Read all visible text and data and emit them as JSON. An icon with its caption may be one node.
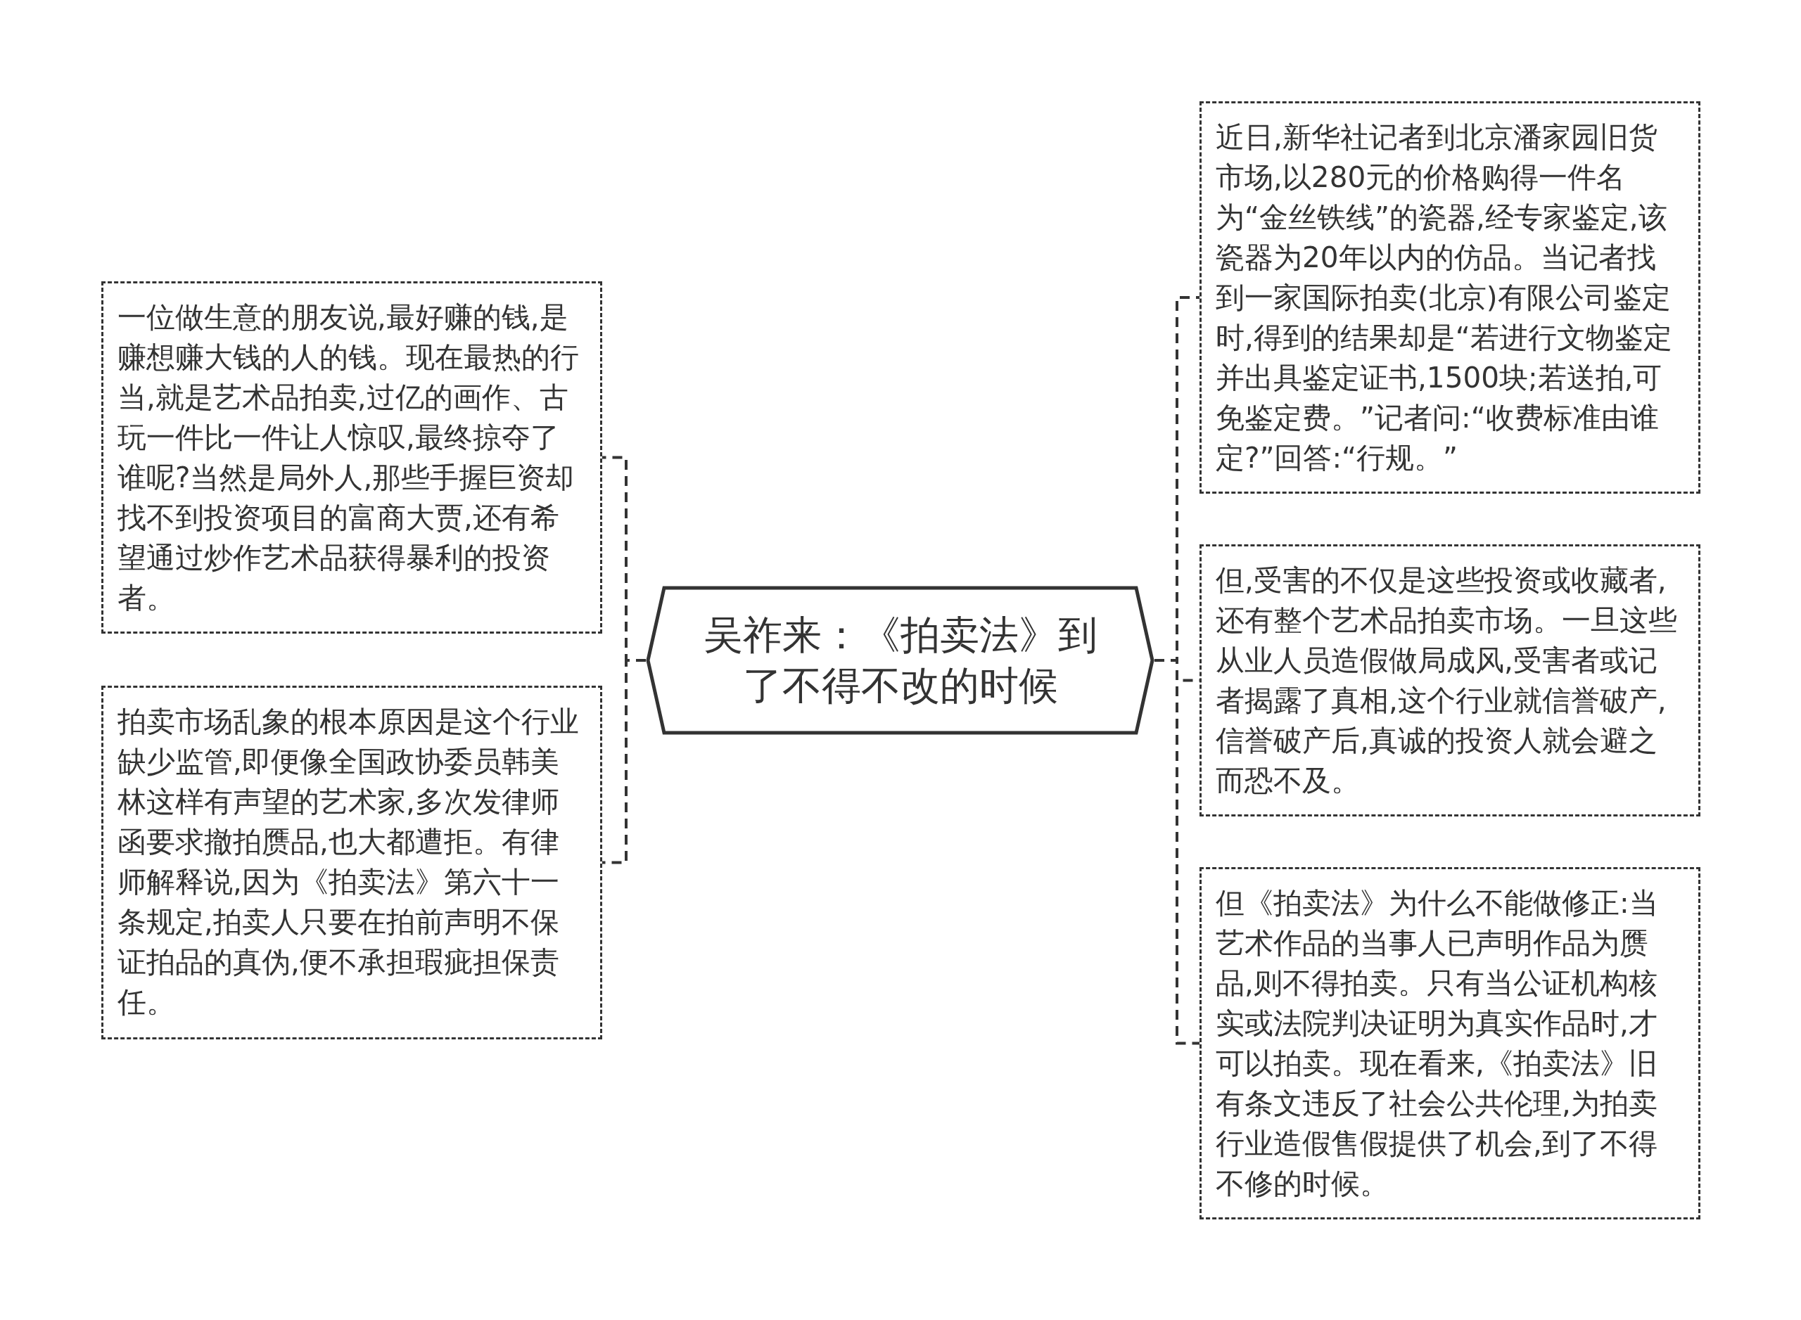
{
  "diagram": {
    "nodes": [
      {
        "text": [
          "吴祚来：《拍卖法》到了不得不改的时候"
        ]
      },
      {
        "text": [
          "一位做生意的朋友说,最好赚的钱,是赚想赚大钱的人的钱。现在最热的行当,就是艺术品拍卖,过亿的画作、古玩一件比一件让人惊叹,最终掠夺了谁呢?当然是局外人,那些手握巨资却找不到投资项目的富商大贾,还有希望通过炒作艺术品获得暴利的投资者。"
        ]
      },
      {
        "text": [
          "拍卖市场乱象的根本原因是这个行业缺少监管,即便像全国政协委员韩美林这样有声望的艺术家,多次发律师函要求撤拍赝品,也大都遭拒。有律师解释说,因为《拍卖法》第六十一条规定,拍卖人只要在拍前声明不保证拍品的真伪,便不承担瑕疵担保责任。"
        ]
      },
      {
        "text": [
          "近日,新华社记者到北京潘家园旧货市场,以280元的价格购得一件名为“金丝铁线”的瓷器,经专家鉴定,该瓷器为20年以内的仿品。当记者找到一家国际拍卖(北京)有限公司鉴定时,得到的结果却是“若进行文物鉴定并出具鉴定证书,1500块;若送拍,可免鉴定费。”记者问:“收费标准由谁定?”回答:“行规。”"
        ]
      },
      {
        "text": [
          "但,受害的不仅是这些投资或收藏者,还有整个艺术品拍卖市场。一旦这些从业人员造假做局成风,受害者或记者揭露了真相,这个行业就信誉破产,信誉破产后,真诚的投资人就会避之而恐不及。"
        ]
      },
      {
        "text": [
          "但《拍卖法》为什么不能做修正:当艺术作品的当事人已声明作品为赝品,则不得拍卖。只有当公证机构核实或法院判决证明为真实作品时,才可以拍卖。现在看来,《拍卖法》旧有条文违反了社会公共伦理,为拍卖行业造假售假提供了机会,到了不得不修的时候。"
        ]
      }
    ],
    "edges": [
      {
        "from": 0,
        "to": 1,
        "arrow": "none",
        "style": "dashed"
      },
      {
        "from": 0,
        "to": 2,
        "arrow": "none",
        "style": "dashed"
      },
      {
        "from": 0,
        "to": 3,
        "arrow": "none",
        "style": "dashed"
      },
      {
        "from": 0,
        "to": 4,
        "arrow": "none",
        "style": "dashed"
      },
      {
        "from": 0,
        "to": 5,
        "arrow": "none",
        "style": "dashed"
      }
    ]
  }
}
